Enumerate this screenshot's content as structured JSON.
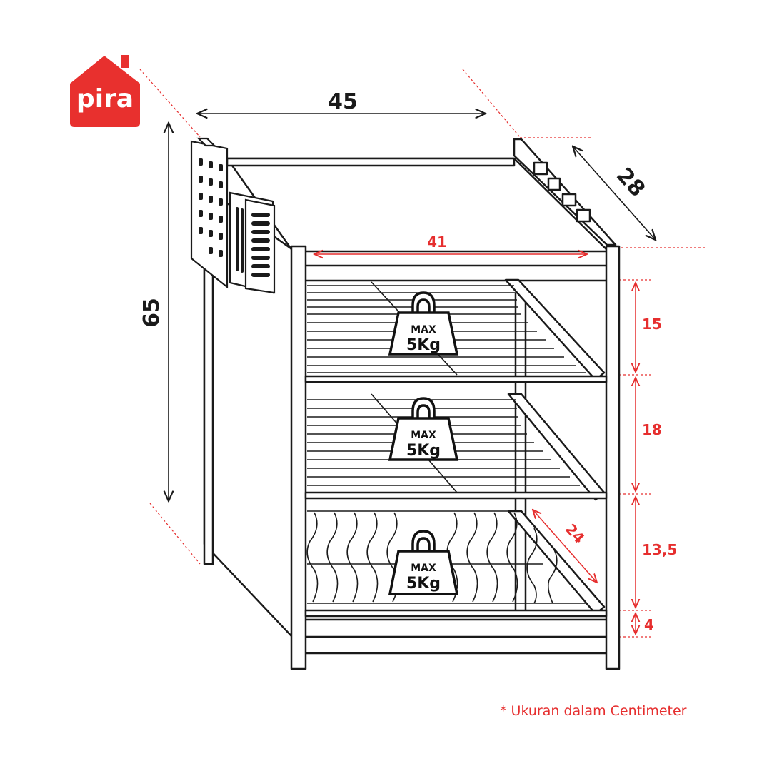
{
  "brand": {
    "name": "pira",
    "color": "#e8302e"
  },
  "dimensions": {
    "width": "45",
    "depth": "28",
    "height": "65",
    "inner_width": "41",
    "shelf_depth": "24",
    "gap_top": "15",
    "gap_middle": "18",
    "gap_bottom": "13,5",
    "base": "4"
  },
  "weight_badge": {
    "line1": "MAX",
    "line2": "5Kg",
    "icon": "weight-icon",
    "count": 3
  },
  "note": "* Ukuran dalam Centimeter",
  "colors": {
    "outline": "#1a1a1a",
    "accent_red": "#e62e2e"
  }
}
